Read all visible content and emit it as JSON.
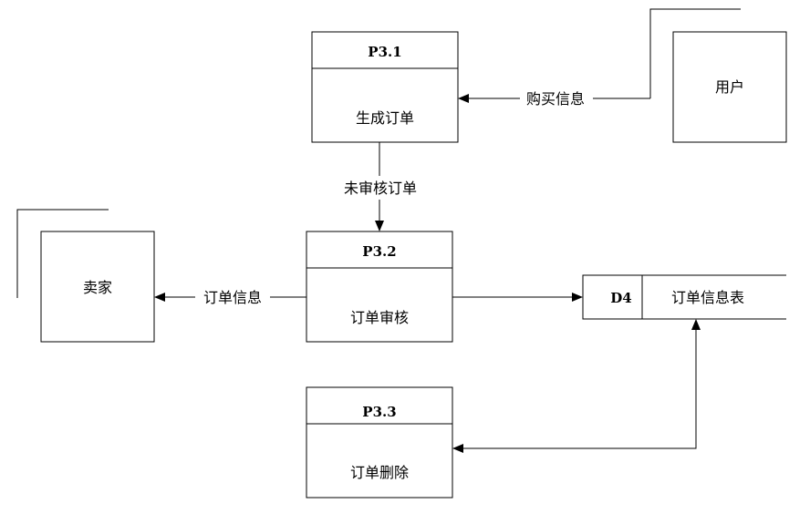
{
  "processes": [
    {
      "id": "P3.1",
      "name": "生成订单"
    },
    {
      "id": "P3.2",
      "name": "订单审核"
    },
    {
      "id": "P3.3",
      "name": "订单删除"
    }
  ],
  "entities": {
    "user": "用户",
    "seller": "卖家"
  },
  "datastore": {
    "id": "D4",
    "name": "订单信息表"
  },
  "flows": {
    "purchase_info": "购买信息",
    "unreviewed_order": "未审核订单",
    "order_info": "订单信息"
  }
}
